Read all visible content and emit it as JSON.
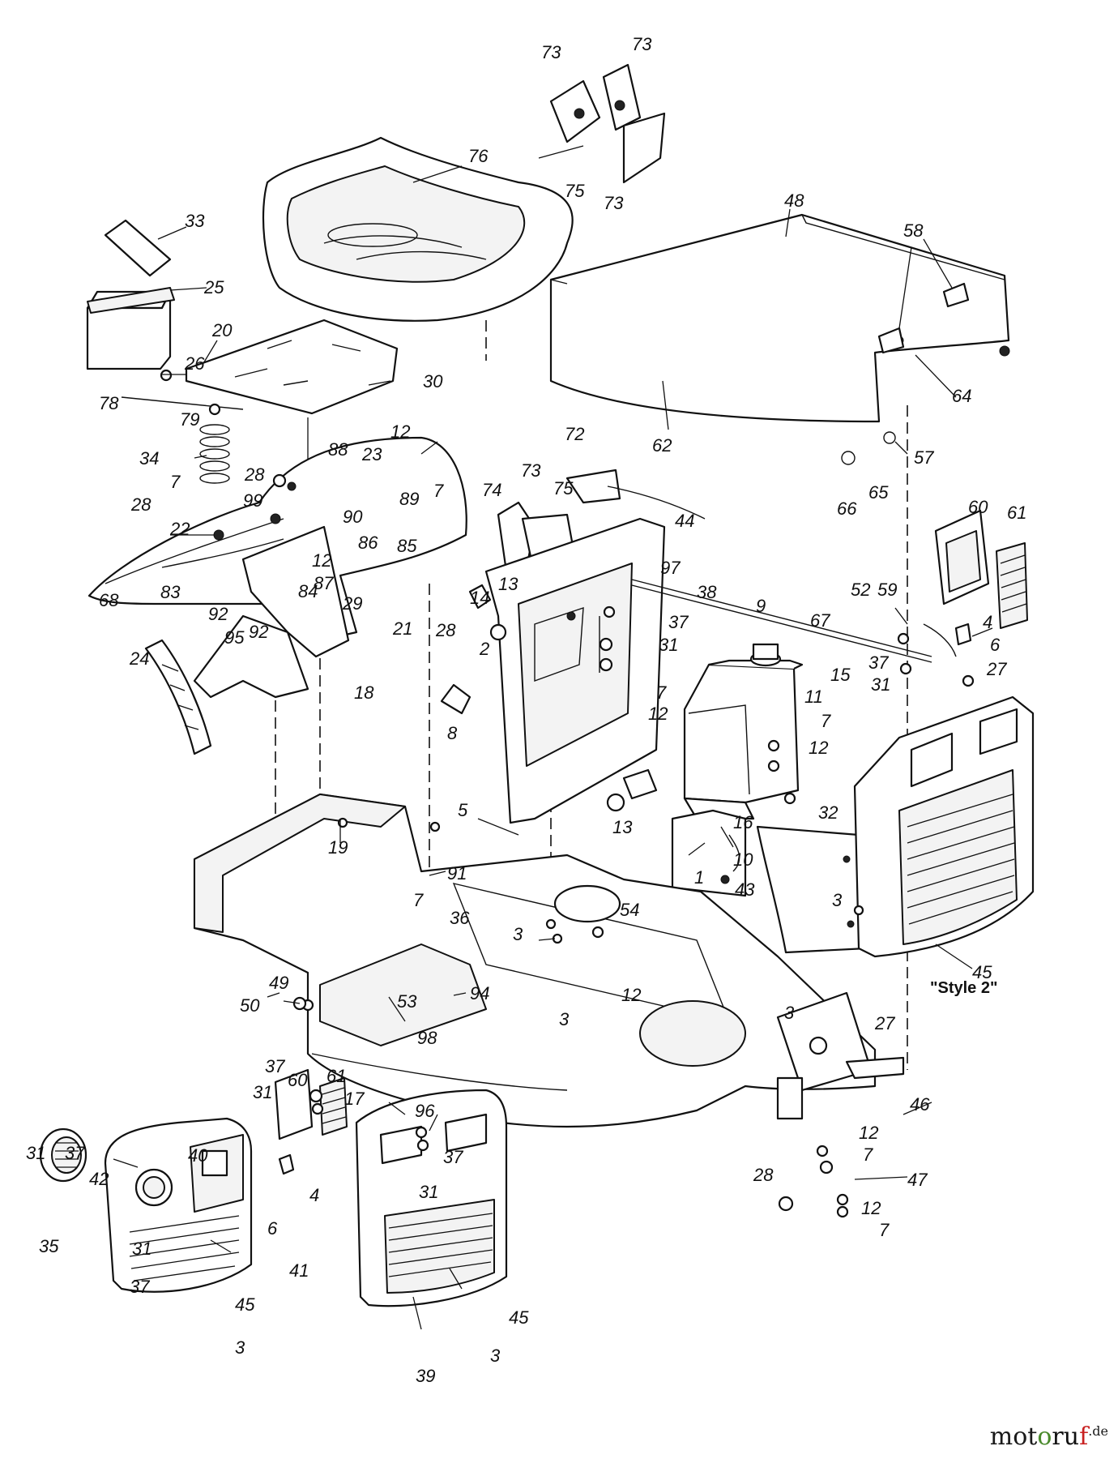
{
  "diagram": {
    "style_note": "\"Style 2\"",
    "labels": [
      {
        "id": "p73a",
        "text": "73"
      },
      {
        "id": "p73b",
        "text": "73"
      },
      {
        "id": "p75a",
        "text": "75"
      },
      {
        "id": "p73c",
        "text": "73"
      },
      {
        "id": "p76",
        "text": "76"
      },
      {
        "id": "p48",
        "text": "48"
      },
      {
        "id": "p58",
        "text": "58"
      },
      {
        "id": "p64",
        "text": "64"
      },
      {
        "id": "p62",
        "text": "62"
      },
      {
        "id": "p57",
        "text": "57"
      },
      {
        "id": "p65",
        "text": "65"
      },
      {
        "id": "p66",
        "text": "66"
      },
      {
        "id": "p33",
        "text": "33"
      },
      {
        "id": "p25",
        "text": "25"
      },
      {
        "id": "p20",
        "text": "20"
      },
      {
        "id": "p26",
        "text": "26"
      },
      {
        "id": "p30",
        "text": "30"
      },
      {
        "id": "p78",
        "text": "78"
      },
      {
        "id": "p79",
        "text": "79"
      },
      {
        "id": "p34",
        "text": "34"
      },
      {
        "id": "p12a",
        "text": "12"
      },
      {
        "id": "p88",
        "text": "88"
      },
      {
        "id": "p23",
        "text": "23"
      },
      {
        "id": "p28a",
        "text": "28"
      },
      {
        "id": "p7a",
        "text": "7"
      },
      {
        "id": "p7b",
        "text": "7"
      },
      {
        "id": "p99",
        "text": "99"
      },
      {
        "id": "p89",
        "text": "89"
      },
      {
        "id": "p28b",
        "text": "28"
      },
      {
        "id": "p90",
        "text": "90"
      },
      {
        "id": "p86",
        "text": "86"
      },
      {
        "id": "p85",
        "text": "85"
      },
      {
        "id": "p22",
        "text": "22"
      },
      {
        "id": "p12b",
        "text": "12"
      },
      {
        "id": "p87",
        "text": "87"
      },
      {
        "id": "p83",
        "text": "83"
      },
      {
        "id": "p84",
        "text": "84"
      },
      {
        "id": "p92a",
        "text": "92"
      },
      {
        "id": "p95",
        "text": "95"
      },
      {
        "id": "p92b",
        "text": "92"
      },
      {
        "id": "p68",
        "text": "68"
      },
      {
        "id": "p29",
        "text": "29"
      },
      {
        "id": "p21",
        "text": "21"
      },
      {
        "id": "p24",
        "text": "24"
      },
      {
        "id": "p18",
        "text": "18"
      },
      {
        "id": "p72",
        "text": "72"
      },
      {
        "id": "p74",
        "text": "74"
      },
      {
        "id": "p73d",
        "text": "73"
      },
      {
        "id": "p75b",
        "text": "75"
      },
      {
        "id": "p44",
        "text": "44"
      },
      {
        "id": "p97",
        "text": "97"
      },
      {
        "id": "p38",
        "text": "38"
      },
      {
        "id": "p14",
        "text": "14"
      },
      {
        "id": "p13a",
        "text": "13"
      },
      {
        "id": "p28c",
        "text": "28"
      },
      {
        "id": "p37a",
        "text": "37"
      },
      {
        "id": "p31a",
        "text": "31"
      },
      {
        "id": "p2",
        "text": "2"
      },
      {
        "id": "p7c",
        "text": "7"
      },
      {
        "id": "p12c",
        "text": "12"
      },
      {
        "id": "p8",
        "text": "8"
      },
      {
        "id": "p13b",
        "text": "13"
      },
      {
        "id": "p9",
        "text": "9"
      },
      {
        "id": "p67",
        "text": "67"
      },
      {
        "id": "p15",
        "text": "15"
      },
      {
        "id": "p11",
        "text": "11"
      },
      {
        "id": "p7d",
        "text": "7"
      },
      {
        "id": "p12d",
        "text": "12"
      },
      {
        "id": "p32",
        "text": "32"
      },
      {
        "id": "p16",
        "text": "16"
      },
      {
        "id": "p10",
        "text": "10"
      },
      {
        "id": "p1",
        "text": "1"
      },
      {
        "id": "p43",
        "text": "43"
      },
      {
        "id": "p60a",
        "text": "60"
      },
      {
        "id": "p61a",
        "text": "61"
      },
      {
        "id": "p59",
        "text": "59"
      },
      {
        "id": "p52",
        "text": "52"
      },
      {
        "id": "p4a",
        "text": "4"
      },
      {
        "id": "p6a",
        "text": "6"
      },
      {
        "id": "p27a",
        "text": "27"
      },
      {
        "id": "p37b",
        "text": "37"
      },
      {
        "id": "p31b",
        "text": "31"
      },
      {
        "id": "p3a",
        "text": "3"
      },
      {
        "id": "p45a",
        "text": "45"
      },
      {
        "id": "p27b",
        "text": "27"
      },
      {
        "id": "p5",
        "text": "5"
      },
      {
        "id": "p19",
        "text": "19"
      },
      {
        "id": "p91",
        "text": "91"
      },
      {
        "id": "p36",
        "text": "36"
      },
      {
        "id": "p7e",
        "text": "7"
      },
      {
        "id": "p54",
        "text": "54"
      },
      {
        "id": "p3b",
        "text": "3"
      },
      {
        "id": "p12e",
        "text": "12"
      },
      {
        "id": "p3c",
        "text": "3"
      },
      {
        "id": "p49",
        "text": "49"
      },
      {
        "id": "p50",
        "text": "50"
      },
      {
        "id": "p53",
        "text": "53"
      },
      {
        "id": "p94",
        "text": "94"
      },
      {
        "id": "p98",
        "text": "98"
      },
      {
        "id": "p3d",
        "text": "3"
      },
      {
        "id": "p37c",
        "text": "37"
      },
      {
        "id": "p31c",
        "text": "31"
      },
      {
        "id": "p17",
        "text": "17"
      },
      {
        "id": "p96",
        "text": "96"
      },
      {
        "id": "p37d",
        "text": "37"
      },
      {
        "id": "p31d",
        "text": "31"
      },
      {
        "id": "p46",
        "text": "46"
      },
      {
        "id": "p12f",
        "text": "12"
      },
      {
        "id": "p7f",
        "text": "7"
      },
      {
        "id": "p28d",
        "text": "28"
      },
      {
        "id": "p47",
        "text": "47"
      },
      {
        "id": "p12g",
        "text": "12"
      },
      {
        "id": "p7g",
        "text": "7"
      },
      {
        "id": "p31e",
        "text": "31"
      },
      {
        "id": "p37e",
        "text": "37"
      },
      {
        "id": "p42",
        "text": "42"
      },
      {
        "id": "p40",
        "text": "40"
      },
      {
        "id": "p35",
        "text": "35"
      },
      {
        "id": "p31f",
        "text": "31"
      },
      {
        "id": "p37f",
        "text": "37"
      },
      {
        "id": "p41",
        "text": "41"
      },
      {
        "id": "p45b",
        "text": "45"
      },
      {
        "id": "p3e",
        "text": "3"
      },
      {
        "id": "p60b",
        "text": "60"
      },
      {
        "id": "p61b",
        "text": "61"
      },
      {
        "id": "p4b",
        "text": "4"
      },
      {
        "id": "p6b",
        "text": "6"
      },
      {
        "id": "p45c",
        "text": "45"
      },
      {
        "id": "p3f",
        "text": "3"
      },
      {
        "id": "p39",
        "text": "39"
      }
    ]
  },
  "watermark": {
    "prefix": "mot",
    "accent_o": "o",
    "accent_f": "f",
    "ru": "ru",
    "tld": ".de"
  }
}
